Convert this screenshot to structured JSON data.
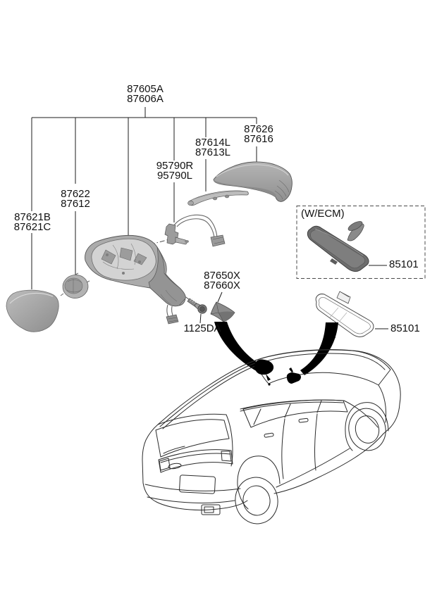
{
  "diagram": {
    "labels": {
      "mirror_assembly": [
        "87605A",
        "87606A"
      ],
      "cover_cap": [
        "87626",
        "87616"
      ],
      "turn_signal_lamp": [
        "87614L",
        "87613L"
      ],
      "lamp_wiring": [
        "95790R",
        "95790L"
      ],
      "actuator": [
        "87622",
        "87612"
      ],
      "mirror_glass": [
        "87621B",
        "87621C"
      ],
      "corner_cover": [
        "87650X",
        "87660X"
      ],
      "bolt": "1125DA",
      "inside_mirror_ecm": "85101",
      "inside_mirror": "85101",
      "ecm_note": "(W/ECM)"
    },
    "colors": {
      "background": "#ffffff",
      "line": "#1c1c1c",
      "part_gray": "#a9a9a9",
      "part_dark_gray": "#6d6d6d",
      "arrow_black": "#000000"
    }
  }
}
